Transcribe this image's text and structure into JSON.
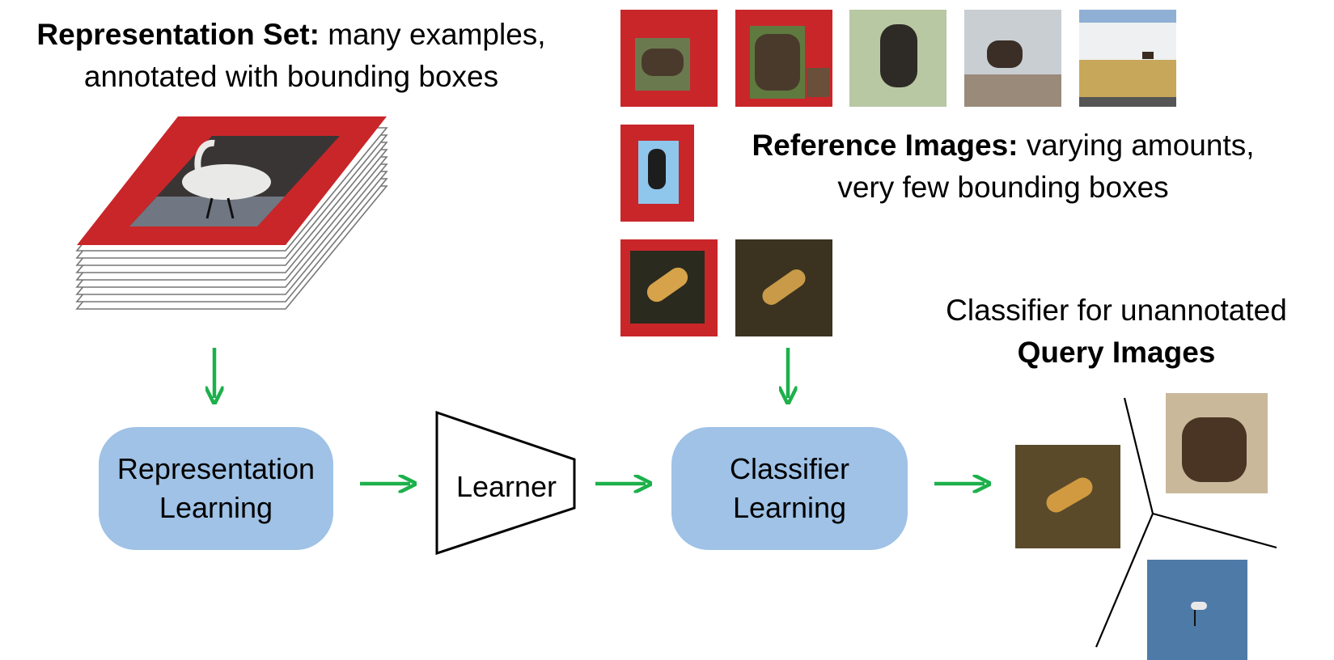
{
  "representation_set": {
    "bold": "Representation Set:",
    "rest_line1": " many examples,",
    "line2": "annotated with bounding boxes"
  },
  "reference_images": {
    "bold": "Reference Images:",
    "rest_line1": " varying amounts,",
    "line2": "very few bounding boxes"
  },
  "query_caption": {
    "line1": "Classifier for unannotated",
    "bold": "Query Images"
  },
  "boxes": {
    "representation_learning": [
      "Representation",
      "Learning"
    ],
    "learner": "Learner",
    "classifier_learning": [
      "Classifier",
      "Learning"
    ]
  },
  "colors": {
    "box_fill": "#9fc2e6",
    "arrow": "#1db04b",
    "bounding_box_red": "#c9262a"
  }
}
